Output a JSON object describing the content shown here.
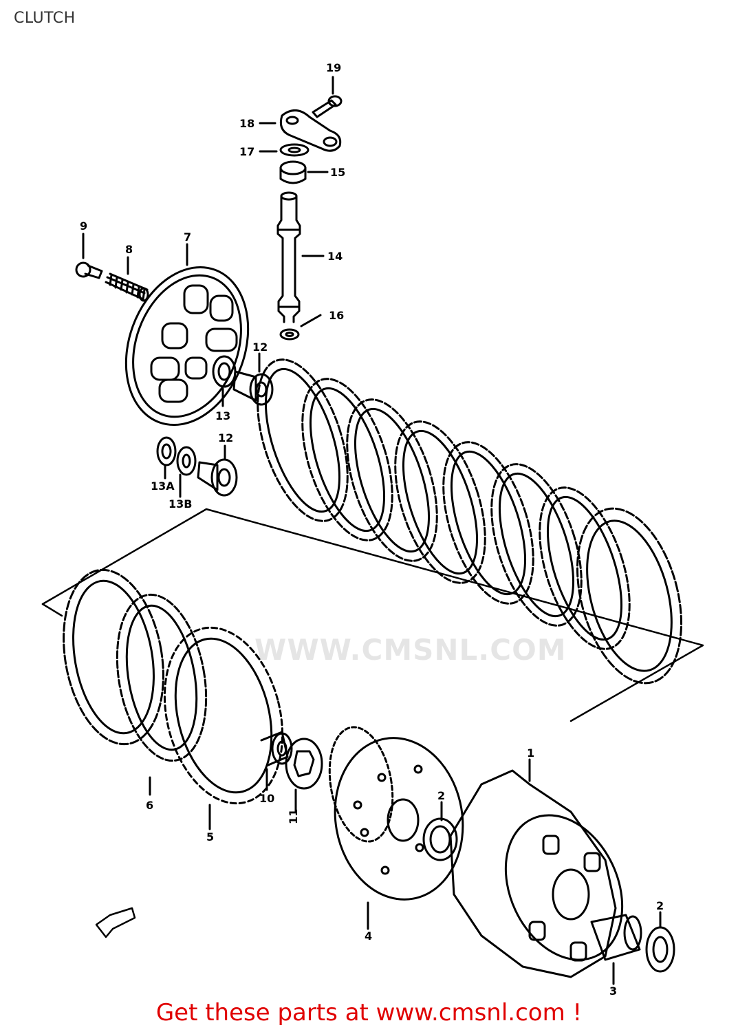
{
  "page": {
    "title": "CLUTCH"
  },
  "watermark": "WWW.CMSNL.COM",
  "footer": {
    "text": "Get these parts at www.cmsnl.com !",
    "color": "#e00000"
  },
  "callouts": {
    "c19": "19",
    "c18": "18",
    "c17": "17",
    "c15": "15",
    "c14": "14",
    "c16": "16",
    "c9": "9",
    "c8": "8",
    "c7": "7",
    "c12a": "12",
    "c13a": "13",
    "c12b": "12",
    "c13A": "13A",
    "c13B": "13B",
    "c1": "1",
    "c2a": "2",
    "c2b": "2",
    "c3": "3",
    "c4": "4",
    "c5": "5",
    "c6": "6",
    "c10": "10",
    "c11": "11"
  }
}
